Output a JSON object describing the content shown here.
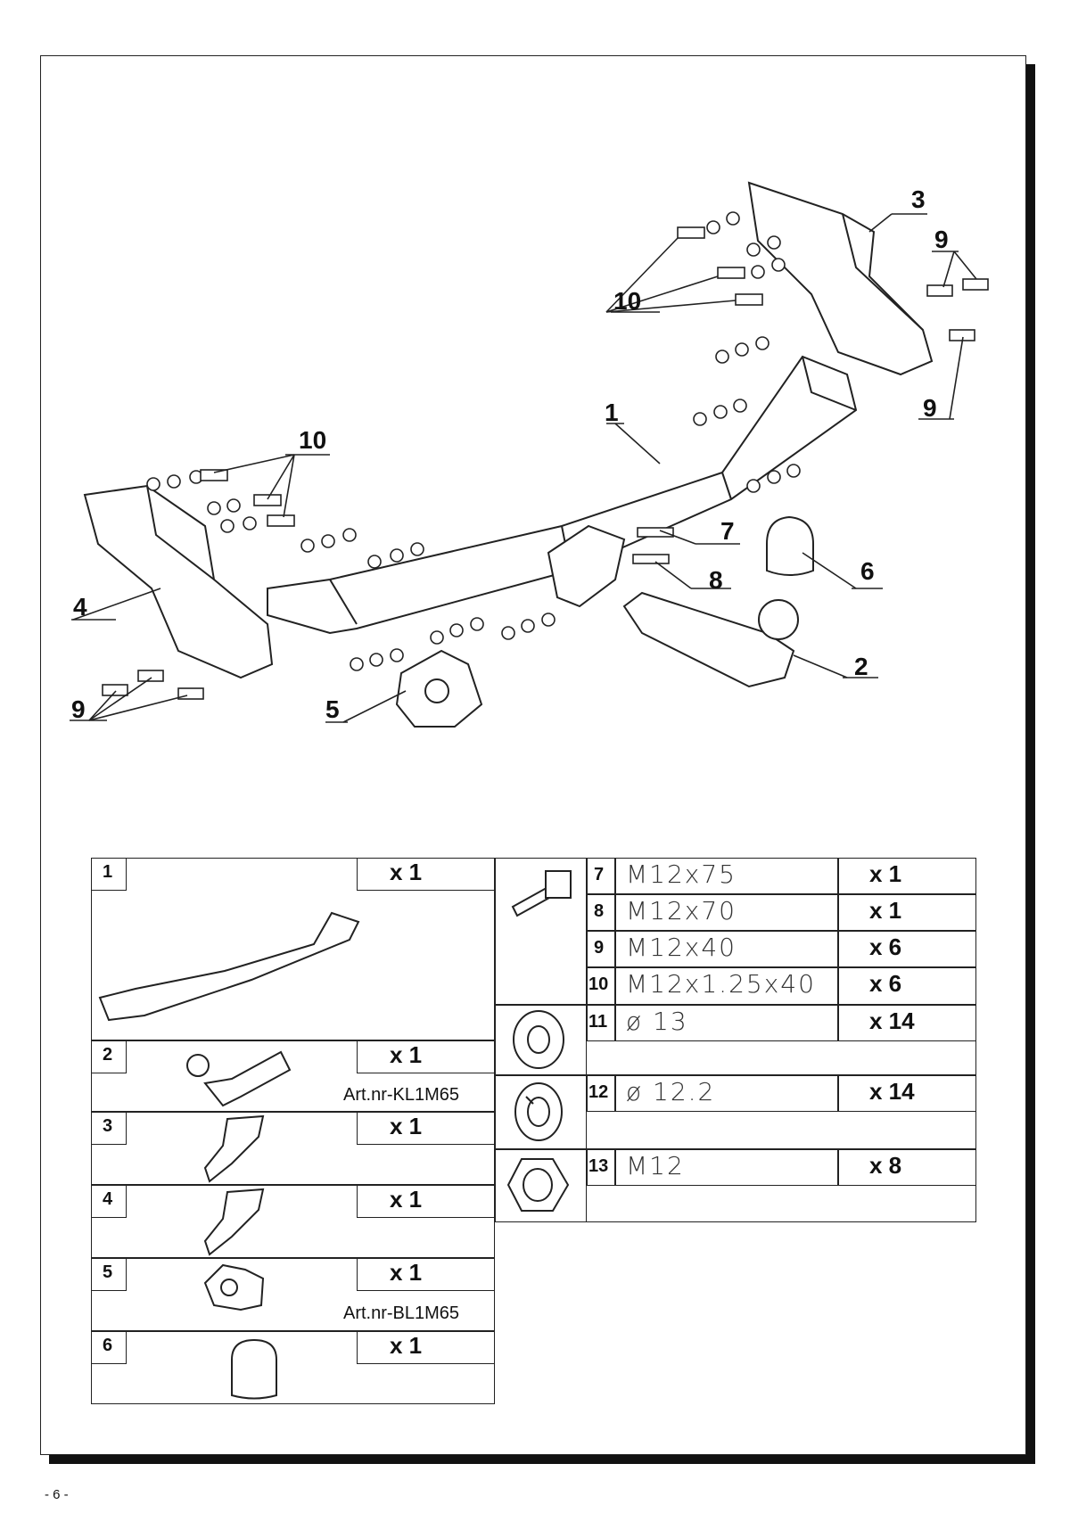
{
  "diagram": {
    "callouts": [
      "1",
      "2",
      "3",
      "4",
      "5",
      "6",
      "7",
      "8",
      "9",
      "9",
      "9",
      "10",
      "10"
    ]
  },
  "parts_left": [
    {
      "no": "1",
      "qty": "x 1",
      "art": ""
    },
    {
      "no": "2",
      "qty": "x 1",
      "art": "Art.nr-KL1M65"
    },
    {
      "no": "3",
      "qty": "x 1",
      "art": ""
    },
    {
      "no": "4",
      "qty": "x 1",
      "art": ""
    },
    {
      "no": "5",
      "qty": "x 1",
      "art": "Art.nr-BL1M65"
    },
    {
      "no": "6",
      "qty": "x 1",
      "art": ""
    }
  ],
  "parts_right": [
    {
      "no": "7",
      "spec": "M12x75",
      "qty": "x 1"
    },
    {
      "no": "8",
      "spec": "M12x70",
      "qty": "x 1"
    },
    {
      "no": "9",
      "spec": "M12x40",
      "qty": "x 6"
    },
    {
      "no": "10",
      "spec": "M12x1.25x40",
      "qty": "x 6"
    },
    {
      "no": "11",
      "spec": "ø 13",
      "qty": "x 14"
    },
    {
      "no": "12",
      "spec": "ø 12.2",
      "qty": "x 14"
    },
    {
      "no": "13",
      "spec": "M12",
      "qty": "x 8"
    }
  ],
  "page_number": "- 6 -"
}
